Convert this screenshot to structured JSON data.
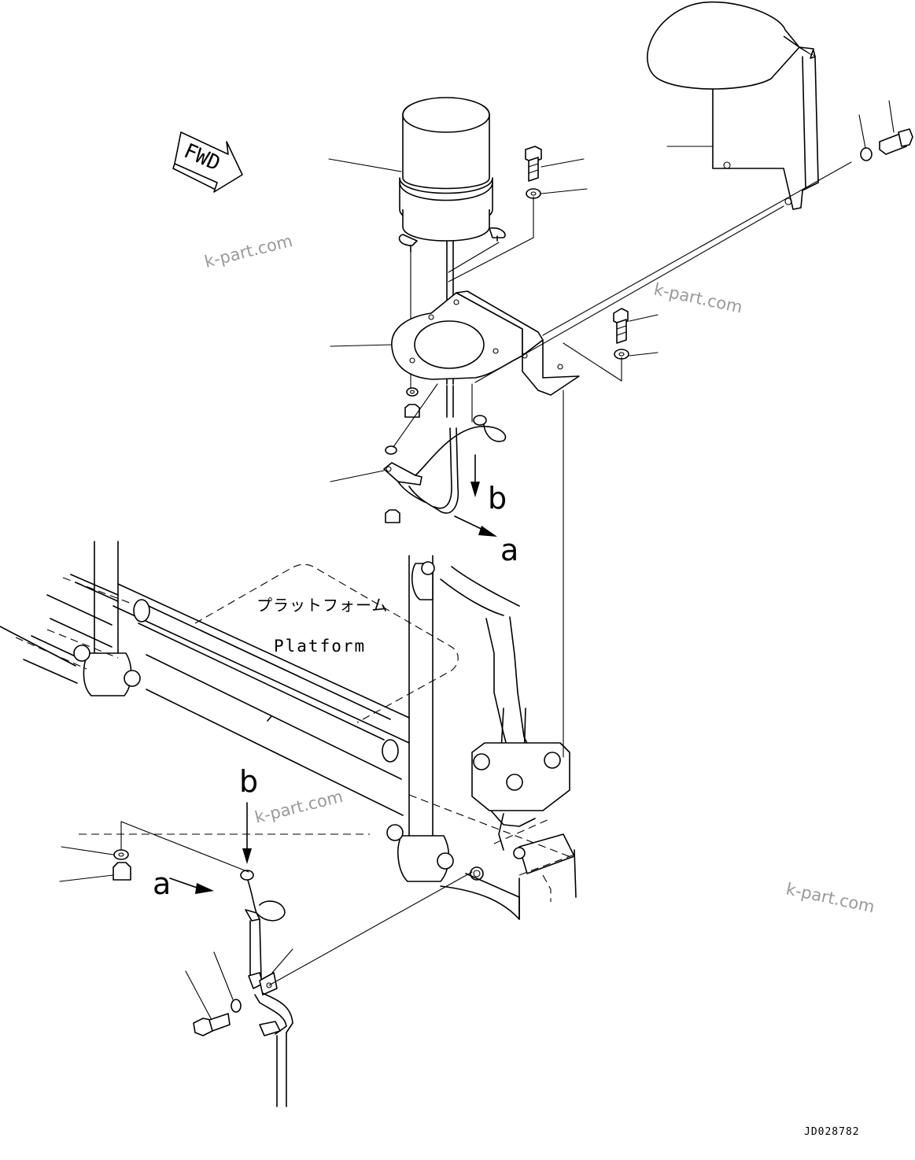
{
  "diagram": {
    "fwd_label": "FWD",
    "platform_label_jp": "プラットフォーム",
    "platform_label_en": "Platform",
    "ref_a": "a",
    "ref_b": "b",
    "drawing_code": "JD028782"
  },
  "watermarks": [
    "k-part.com",
    "k-part.com",
    "k-part.com",
    "k-part.com"
  ]
}
